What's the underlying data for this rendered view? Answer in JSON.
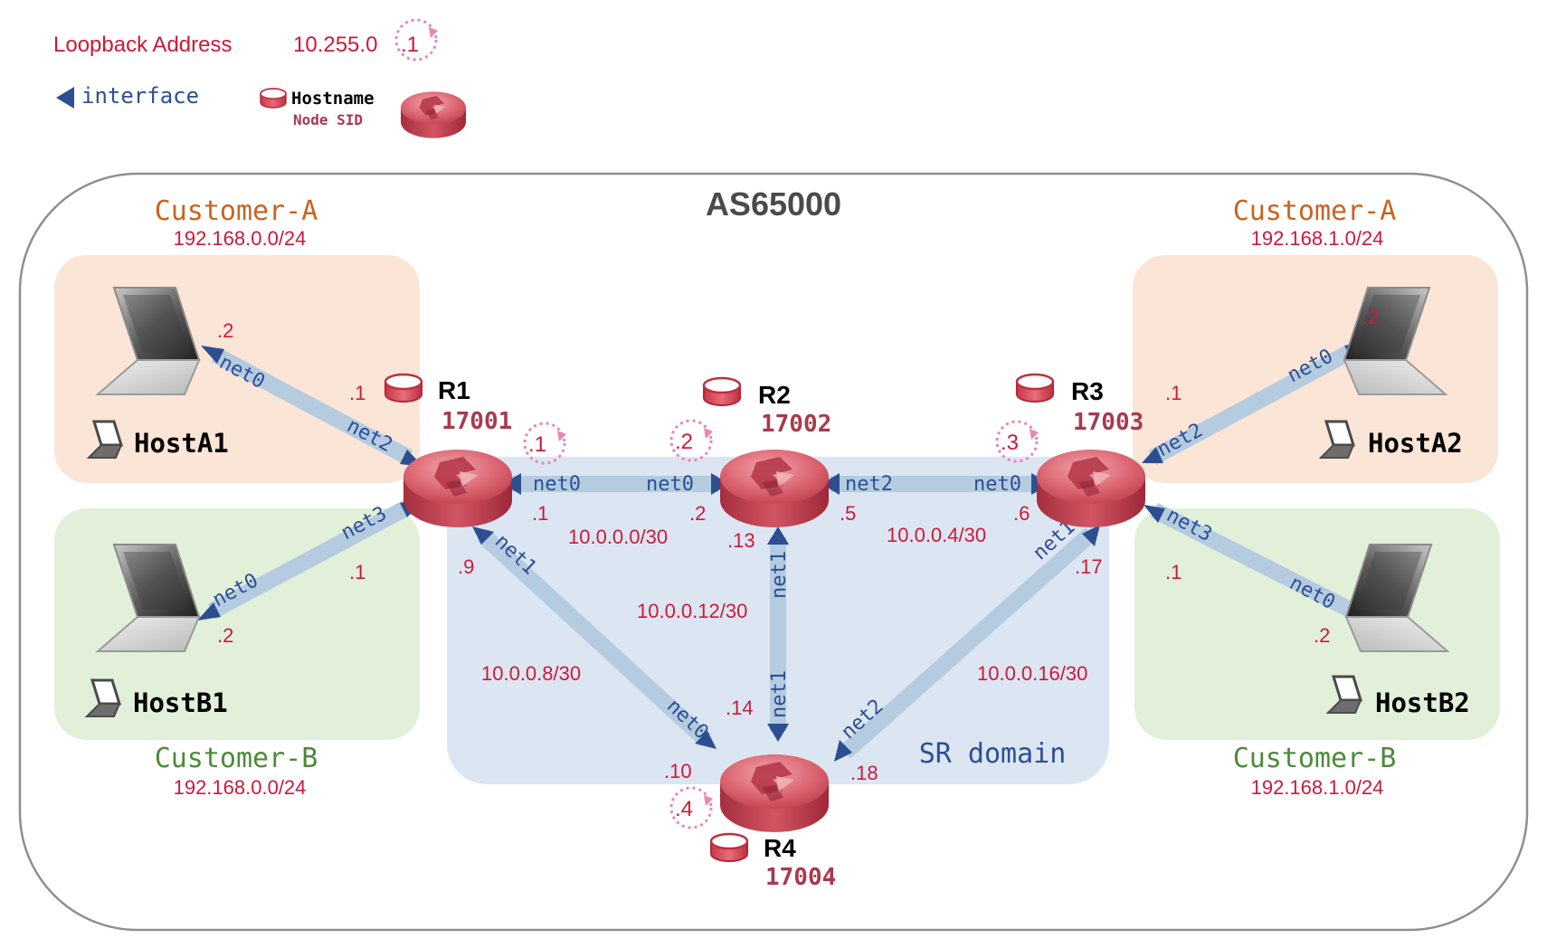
{
  "legend": {
    "loopback_label": "Loopback Address",
    "loopback_prefix": "10.255.0",
    "loopback_suffix": ".1",
    "interface_label": "interface",
    "hostname_label": "Hostname",
    "nodesid_label": "Node SID"
  },
  "as_label": "AS65000",
  "sr_domain_label": "SR domain",
  "customers": {
    "a_left": {
      "name": "Customer-A",
      "prefix": "192.168.0.0/24"
    },
    "b_left": {
      "name": "Customer-B",
      "prefix": "192.168.0.0/24"
    },
    "a_right": {
      "name": "Customer-A",
      "prefix": "192.168.1.0/24"
    },
    "b_right": {
      "name": "Customer-B",
      "prefix": "192.168.1.0/24"
    }
  },
  "routers": {
    "r1": {
      "name": "R1",
      "sid": "17001",
      "loopback": ".1"
    },
    "r2": {
      "name": "R2",
      "sid": "17002",
      "loopback": ".2"
    },
    "r3": {
      "name": "R3",
      "sid": "17003",
      "loopback": ".3"
    },
    "r4": {
      "name": "R4",
      "sid": "17004",
      "loopback": ".4"
    }
  },
  "hosts": {
    "a1": {
      "name": "HostA1",
      "addr": ".2",
      "iface": "net0",
      "gw_addr": ".1",
      "gw_iface": "net2"
    },
    "b1": {
      "name": "HostB1",
      "addr": ".2",
      "iface": "net0",
      "gw_addr": ".1",
      "gw_iface": "net3"
    },
    "a2": {
      "name": "HostA2",
      "addr": ".2",
      "iface": "net0",
      "gw_addr": ".1",
      "gw_iface": "net2"
    },
    "b2": {
      "name": "HostB2",
      "addr": ".2",
      "iface": "net0",
      "gw_addr": ".1",
      "gw_iface": "net3"
    }
  },
  "links": {
    "r1_r2": {
      "subnet": "10.0.0.0/30",
      "a_iface": "net0",
      "a_addr": ".1",
      "b_iface": "net0",
      "b_addr": ".2"
    },
    "r2_r3": {
      "subnet": "10.0.0.4/30",
      "a_iface": "net2",
      "a_addr": ".5",
      "b_iface": "net0",
      "b_addr": ".6"
    },
    "r1_r4": {
      "subnet": "10.0.0.8/30",
      "a_iface": "net1",
      "a_addr": ".9",
      "b_iface": "net0",
      "b_addr": ".10"
    },
    "r2_r4": {
      "subnet": "10.0.0.12/30",
      "a_iface": "net1",
      "a_addr": ".13",
      "b_iface": "net1",
      "b_addr": ".14"
    },
    "r3_r4": {
      "subnet": "10.0.0.16/30",
      "a_iface": "net1",
      "a_addr": ".17",
      "b_iface": "net2",
      "b_addr": ".18"
    }
  },
  "colors": {
    "red_text": "#cc1a3a",
    "router_red": "#d4505e",
    "sid_text": "#a83a4e",
    "iface_blue": "#2d4f92",
    "link_blue": "#b4cbe0",
    "customer_a_orange": "#c8631f",
    "customer_b_green": "#4d8a3a",
    "orange_zone": "#fbe5d6",
    "green_zone": "#e2efd9",
    "sr_zone": "#dce6f2",
    "loopback_pink": "#e787b9"
  }
}
